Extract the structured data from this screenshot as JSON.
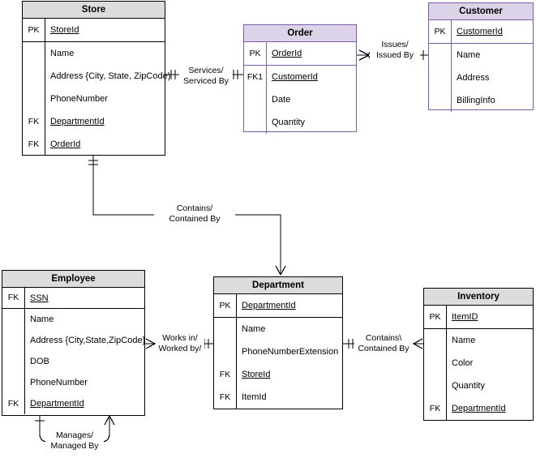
{
  "diagram": {
    "type": "er-diagram",
    "notation": "crow's foot",
    "background": "#ffffff",
    "colors": {
      "gray_header": "#dcdcdc",
      "purple_header": "#ddd3e8",
      "purple_border": "#7d5ba6",
      "line": "#000000"
    }
  },
  "entities": [
    {
      "name": "Store",
      "theme": "gray",
      "pk_attributes": [
        {
          "key": "PK",
          "name": "StoreId",
          "underlined": true
        }
      ],
      "attributes": [
        {
          "key": "",
          "name": "Name",
          "underlined": false
        },
        {
          "key": "",
          "name": "Address {City, State, ZipCode)",
          "underlined": false
        },
        {
          "key": "",
          "name": "PhoneNumber",
          "underlined": false
        },
        {
          "key": "FK",
          "name": "DepartmentId",
          "underlined": true
        },
        {
          "key": "FK",
          "name": "OrderId",
          "underlined": true
        }
      ]
    },
    {
      "name": "Order",
      "theme": "purple",
      "pk_attributes": [
        {
          "key": "PK",
          "name": "OrderId",
          "underlined": true
        }
      ],
      "attributes": [
        {
          "key": "FK1",
          "name": "CustomerId",
          "underlined": true
        },
        {
          "key": "",
          "name": "Date",
          "underlined": false
        },
        {
          "key": "",
          "name": "Quantity",
          "underlined": false
        }
      ]
    },
    {
      "name": "Customer",
      "theme": "purple",
      "pk_attributes": [
        {
          "key": "PK",
          "name": "CustomerId",
          "underlined": true
        }
      ],
      "attributes": [
        {
          "key": "",
          "name": "Name",
          "underlined": false
        },
        {
          "key": "",
          "name": "Address",
          "underlined": false
        },
        {
          "key": "",
          "name": "BillingInfo",
          "underlined": false
        }
      ]
    },
    {
      "name": "Employee",
      "theme": "gray",
      "pk_attributes": [
        {
          "key": "FK",
          "name": "SSN",
          "underlined": true
        }
      ],
      "attributes": [
        {
          "key": "",
          "name": "Name",
          "underlined": false
        },
        {
          "key": "",
          "name": "Address {City,State,ZipCode}",
          "underlined": false
        },
        {
          "key": "",
          "name": "DOB",
          "underlined": false
        },
        {
          "key": "",
          "name": "PhoneNumber",
          "underlined": false
        },
        {
          "key": "FK",
          "name": "DepartmentId",
          "underlined": true
        }
      ]
    },
    {
      "name": "Department",
      "theme": "gray",
      "pk_attributes": [
        {
          "key": "PK",
          "name": "DepartmentId",
          "underlined": true
        }
      ],
      "attributes": [
        {
          "key": "",
          "name": "Name",
          "underlined": false
        },
        {
          "key": "",
          "name": "PhoneNumberExtension",
          "underlined": false
        },
        {
          "key": "FK",
          "name": "StoreId",
          "underlined": true
        },
        {
          "key": "FK",
          "name": "ItemId",
          "underlined": false
        }
      ]
    },
    {
      "name": "Inventory",
      "theme": "gray",
      "pk_attributes": [
        {
          "key": "PK",
          "name": "ItemID",
          "underlined": true
        }
      ],
      "attributes": [
        {
          "key": "",
          "name": "Name",
          "underlined": false
        },
        {
          "key": "",
          "name": "Color",
          "underlined": false
        },
        {
          "key": "",
          "name": "Quantity",
          "underlined": false
        },
        {
          "key": "FK",
          "name": "DepartmentId",
          "underlined": true
        }
      ]
    }
  ],
  "relationships": [
    {
      "id": "store-order",
      "line1": "Services/",
      "line2": "Serviced By",
      "from": "Store",
      "to": "Order"
    },
    {
      "id": "order-customer",
      "line1": "Issues/",
      "line2": "Issued By",
      "from": "Order",
      "to": "Customer"
    },
    {
      "id": "store-department",
      "line1": "Contains/",
      "line2": "Contained By",
      "from": "Store",
      "to": "Department"
    },
    {
      "id": "employee-department",
      "line1": "Works in/",
      "line2": "Worked by/",
      "from": "Employee",
      "to": "Department"
    },
    {
      "id": "department-inventory",
      "line1": "Contains\\",
      "line2": "Contained By",
      "from": "Department",
      "to": "Inventory"
    },
    {
      "id": "employee-employee",
      "line1": "Manages/",
      "line2": "Managed By",
      "from": "Employee",
      "to": "Employee"
    }
  ]
}
